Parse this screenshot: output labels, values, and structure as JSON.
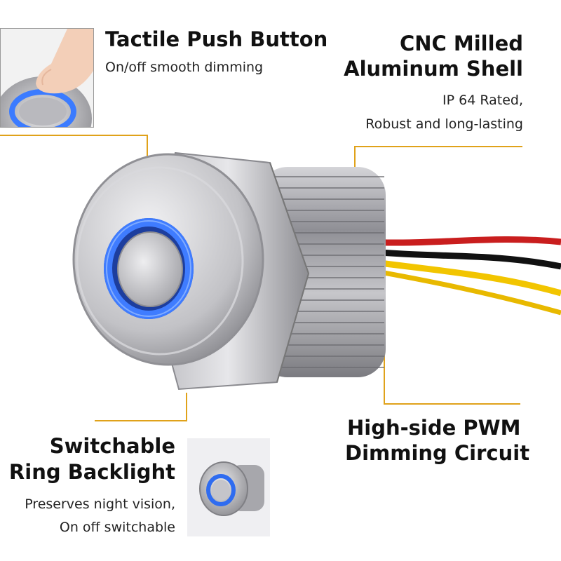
{
  "features": {
    "tactile": {
      "title": "Tactile Push Button",
      "desc": "On/off smooth dimming"
    },
    "shell": {
      "title_line1": "CNC Milled",
      "title_line2": "Aluminum Shell",
      "desc_line1": "IP 64 Rated,",
      "desc_line2": "Robust and long-lasting"
    },
    "pwm": {
      "title_line1": "High-side PWM",
      "title_line2": "Dimming Circuit"
    },
    "ring": {
      "title_line1": "Switchable",
      "title_line2": "Ring Backlight",
      "desc_line1": "Preserves night vision,",
      "desc_line2": "On off switchable"
    }
  },
  "colors": {
    "accent_line": "#e0a21a",
    "led_blue": "#2f6cf0",
    "metal": "#c9c9cc"
  }
}
